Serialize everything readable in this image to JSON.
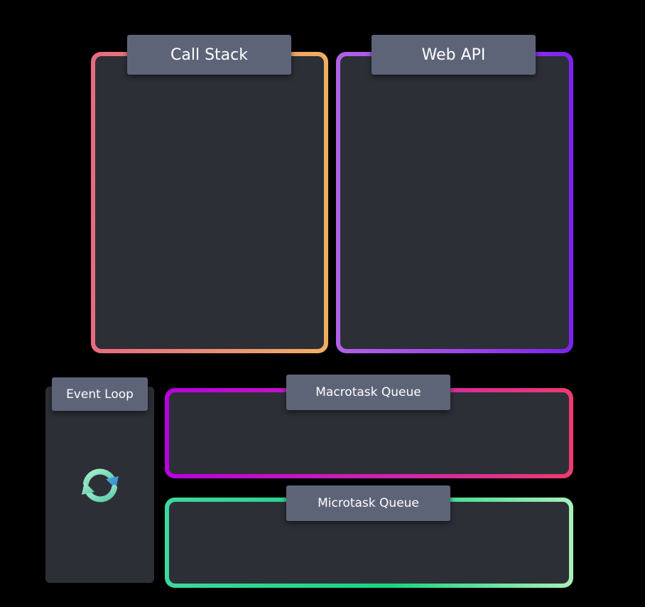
{
  "diagram": {
    "call_stack": {
      "title": "Call Stack"
    },
    "web_api": {
      "title": "Web API"
    },
    "event_loop": {
      "title": "Event Loop",
      "icon": "refresh-cycle-icon"
    },
    "macrotask_queue": {
      "title": "Macrotask Queue"
    },
    "microtask_queue": {
      "title": "Microtask Queue"
    }
  },
  "colors": {
    "background": "#000000",
    "panel": "#2c3036",
    "label": "#5e6478",
    "call_stack_gradient": [
      "#e86a80",
      "#f0b060"
    ],
    "web_api_gradient": [
      "#b062e6",
      "#7b22f0"
    ],
    "macrotask_gradient": [
      "#b800e0",
      "#ee3a70"
    ],
    "microtask_gradient": [
      "#3dd8a0",
      "#a8f0b8"
    ],
    "icon_green": "#8fe0c0",
    "icon_blue": "#4aa8d8"
  }
}
